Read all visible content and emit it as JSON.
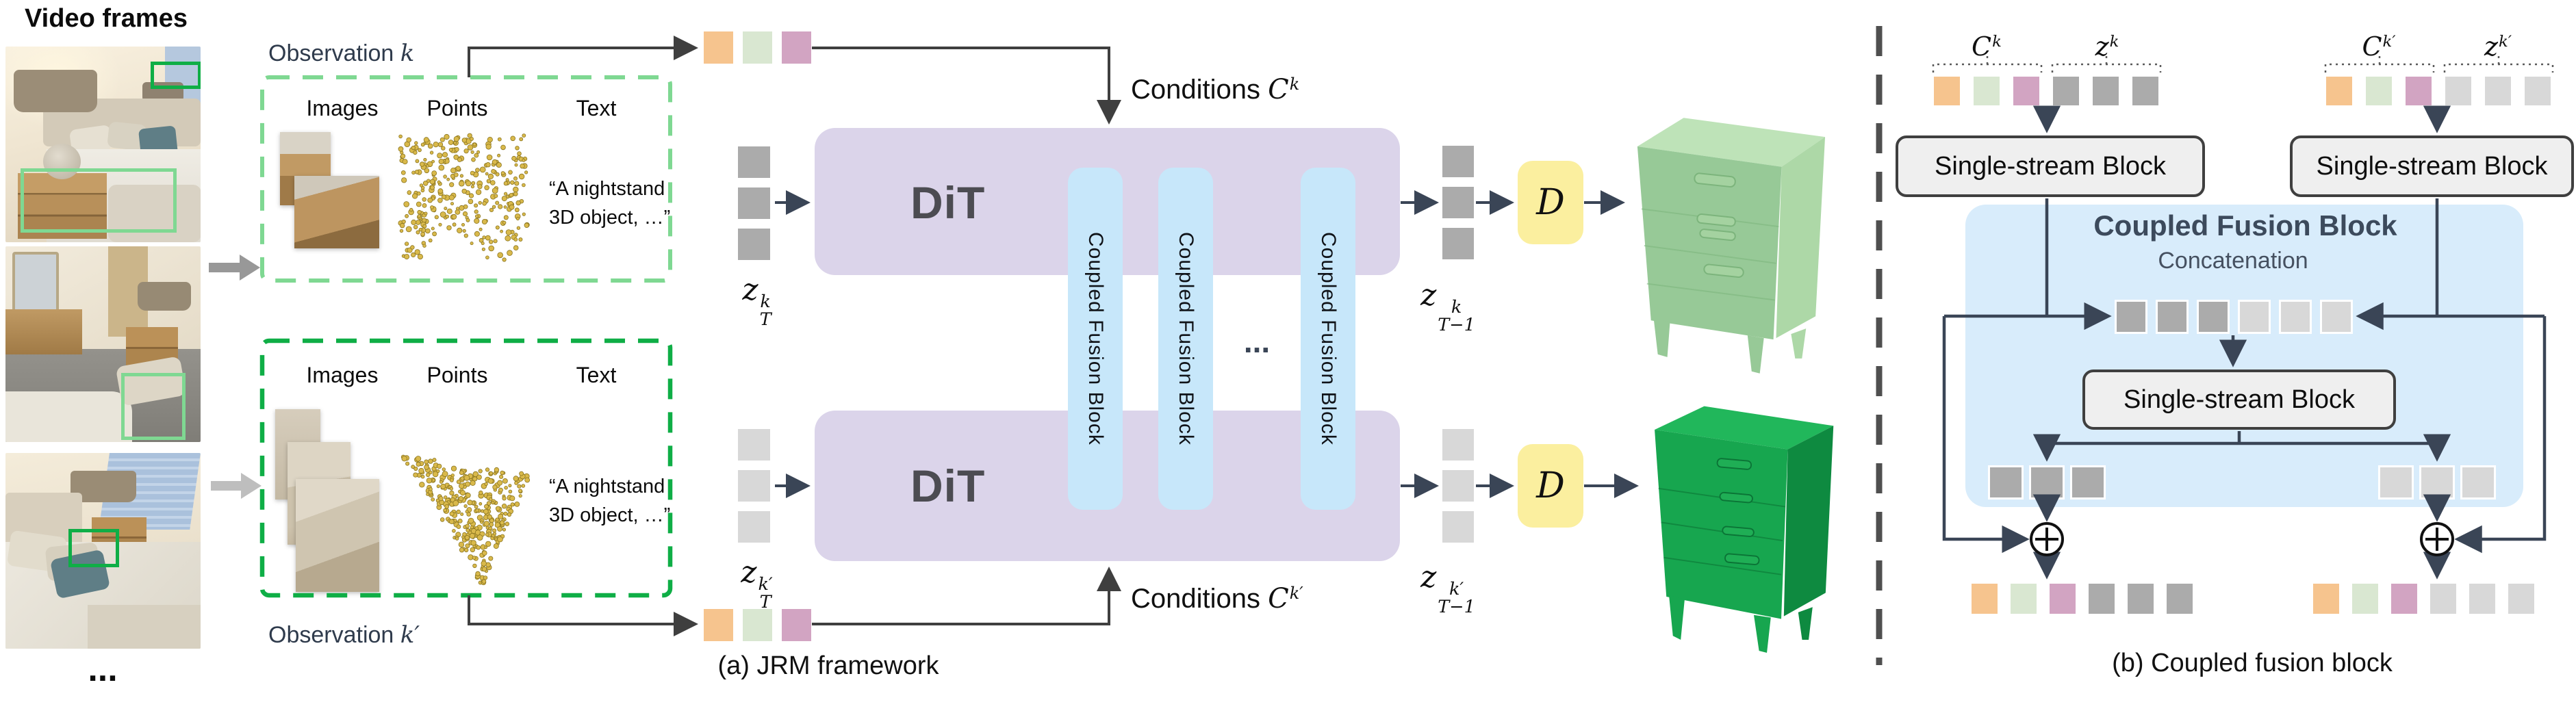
{
  "colors": {
    "token_orange": "#F6C48E",
    "token_green": "#D9E7D1",
    "token_pink": "#D2A4C2",
    "token_dark": "#ABABAB",
    "token_light": "#D8D8D8",
    "dit_fill": "#DBD4EA",
    "pillar_fill": "#C7E7FA",
    "fusion_fill": "#D8ECFB",
    "ssb_fill": "#EFEFEF",
    "ssb_border": "#3F3F3F",
    "decoder_fill": "#FBEF9F",
    "arrow": "#3A4556",
    "line": "#3F3F3F",
    "obs_k_border": "#7FD892",
    "obs_kp_border": "#0FAE46",
    "divider": "#4F4F4F",
    "slate": "#2F3B4C",
    "fusion_title": "#3C4A5C",
    "pointcloud": "#D9B94B",
    "pointcloud_stroke": "#8A7520",
    "gray_arrow_1": "#989898",
    "gray_arrow_2": "#BEBEBE",
    "dresser1_front": "#97C997",
    "dresser1_side": "#ADD8A7",
    "dresser1_top": "#BEE3B8",
    "dresser1_shade": "#7CB47C",
    "dresser1_handle": "#A4D2A0",
    "dresser2_front": "#17A64F",
    "dresser2_side": "#0E8A40",
    "dresser2_top": "#21B75B",
    "dresser2_shade": "#0B7436",
    "dresser2_handle": "#1FAE55"
  },
  "left_panel": {
    "title": "Video frames",
    "ellipsis": "..."
  },
  "observation_k": {
    "label_text": "Observation",
    "label_var": "k",
    "columns": [
      "Images",
      "Points",
      "Text"
    ],
    "quote_line1": "“A nightstand",
    "quote_line2": "3D object, …”"
  },
  "observation_k_prime": {
    "label_text": "Observation",
    "label_var": "k′",
    "columns": [
      "Images",
      "Points",
      "Text"
    ],
    "quote_line1": "“A nightstand",
    "quote_line2": "3D object, …”"
  },
  "panel_a": {
    "caption": "(a) JRM framework",
    "conditions_k": {
      "prefix": "Conditions",
      "base": "C",
      "sup": "k"
    },
    "conditions_k_prime": {
      "prefix": "Conditions",
      "base": "C",
      "sup": "k′"
    },
    "dit_top": "DiT",
    "dit_bottom": "DiT",
    "fusion_pillars": [
      "Coupled Fusion Block",
      "Coupled Fusion Block",
      "Coupled Fusion Block"
    ],
    "pillar_ellipsis": "...",
    "decoder_top": "D",
    "decoder_bottom": "D",
    "latent_in_k": {
      "base": "z",
      "sup": "k",
      "sub": "T"
    },
    "latent_in_k_prime": {
      "base": "z",
      "sup": "k′",
      "sub": "T"
    },
    "latent_out_k": {
      "base": "z",
      "sup": "k",
      "sub": "T−1"
    },
    "latent_out_k_prime": {
      "base": "z",
      "sup": "k′",
      "sub": "T−1"
    },
    "cond_tokens_top": [
      "orange",
      "green",
      "pink"
    ],
    "cond_tokens_bottom": [
      "orange",
      "green",
      "pink"
    ],
    "latent_in_top": [
      "dark",
      "dark",
      "dark"
    ],
    "latent_in_bottom": [
      "light",
      "light",
      "light"
    ],
    "latent_out_top": [
      "dark",
      "dark",
      "dark"
    ],
    "latent_out_bottom": [
      "light",
      "light",
      "light"
    ]
  },
  "panel_b": {
    "caption": "(b) Coupled fusion block",
    "cond_k_label": {
      "base": "C",
      "sup": "k"
    },
    "latent_k_label": {
      "base": "z",
      "sup": "k"
    },
    "cond_kp_label": {
      "base": "C",
      "sup": "k′"
    },
    "latent_kp_label": {
      "base": "z",
      "sup": "k′"
    },
    "single_stream_left": "Single-stream Block",
    "single_stream_right": "Single-stream Block",
    "single_stream_mid": "Single-stream Block",
    "fusion_title": "Coupled Fusion Block",
    "concat_label": "Concatenation",
    "stream_k_tokens": [
      "orange",
      "green",
      "pink",
      "dark",
      "dark",
      "dark"
    ],
    "stream_kp_tokens": [
      "orange",
      "green",
      "pink",
      "light",
      "light",
      "light"
    ],
    "concat_tokens": [
      "dark",
      "dark",
      "dark",
      "light",
      "light",
      "light"
    ],
    "inner_left_tokens": [
      "dark",
      "dark",
      "dark"
    ],
    "inner_right_tokens": [
      "light",
      "light",
      "light"
    ],
    "final_left_tokens": [
      "orange",
      "green",
      "pink",
      "dark",
      "dark",
      "dark"
    ],
    "final_right_tokens": [
      "orange",
      "green",
      "pink",
      "light",
      "light",
      "light"
    ]
  }
}
